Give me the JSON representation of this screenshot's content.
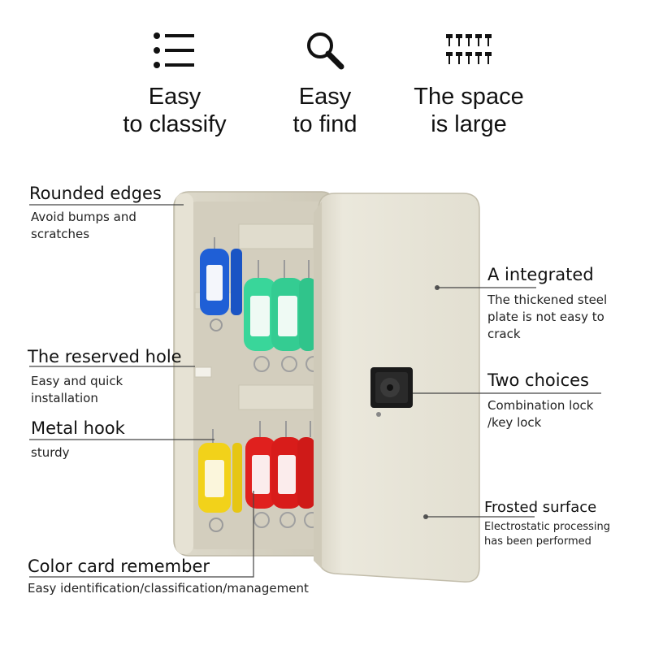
{
  "features": [
    {
      "icon": "list-icon",
      "line1": "Easy",
      "line2": "to classify"
    },
    {
      "icon": "magnifier-icon",
      "line1": "Easy",
      "line2": "to find"
    },
    {
      "icon": "keys-grid-icon",
      "line1": "The space",
      "line2": "is large"
    }
  ],
  "callouts": {
    "rounded_edges": {
      "title": "Rounded edges",
      "desc": [
        "Avoid bumps and",
        "scratches"
      ]
    },
    "reserved_hole": {
      "title": "The reserved hole",
      "desc": [
        "Easy and quick",
        "installation"
      ]
    },
    "metal_hook": {
      "title": "Metal hook",
      "desc": [
        "sturdy"
      ]
    },
    "color_card": {
      "title": "Color card remember",
      "desc": [
        "Easy identification/classification/management"
      ]
    },
    "integrated": {
      "title": "A integrated",
      "desc": [
        "The thickened steel",
        "plate is not easy to",
        "crack"
      ]
    },
    "two_choices": {
      "title": "Two choices",
      "desc": [
        "Combination lock",
        "/key lock"
      ]
    },
    "frosted": {
      "title": "Frosted surface",
      "desc": [
        "Electrostatic processing",
        "has been performed"
      ]
    }
  },
  "colors": {
    "cabinet": "#e4e0d2",
    "cabinet_shadow": "#c9c4b2",
    "interior": "#d5d0c0",
    "tag_blue": "#1f5fd6",
    "tag_green": "#39d69a",
    "tag_yellow": "#f2d21a",
    "tag_red": "#e0201e",
    "lock": "#1a1a1a"
  }
}
